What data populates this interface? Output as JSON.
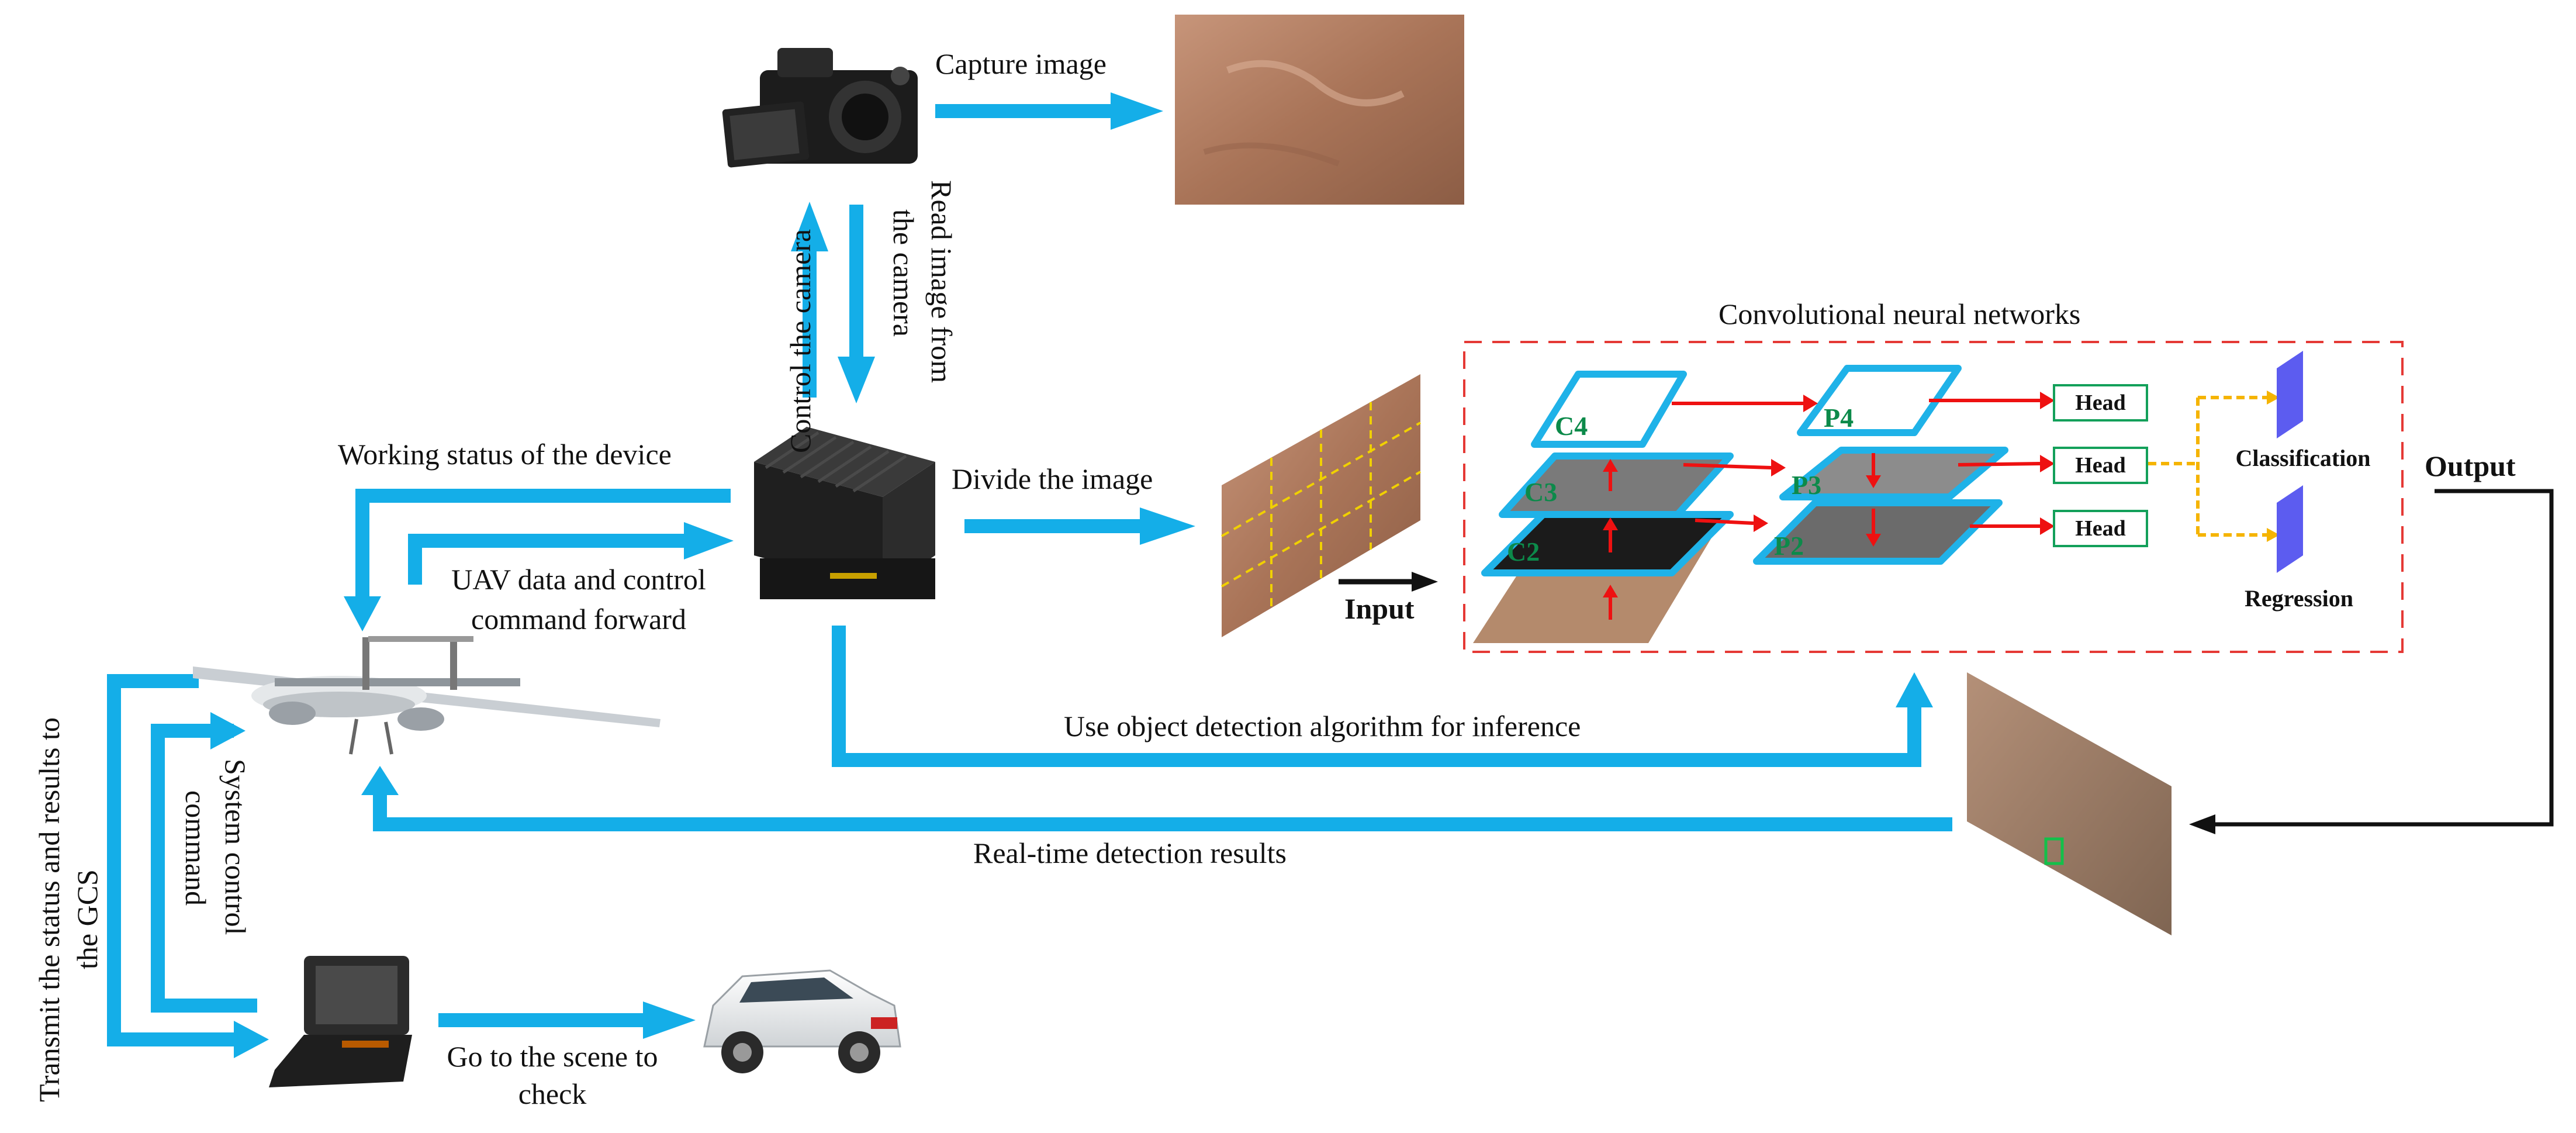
{
  "labels": {
    "capture_image": "Capture image",
    "control_camera": "Control the camera",
    "read_image_line1": "Read image from",
    "read_image_line2": "the camera",
    "working_status": "Working status of the device",
    "divide_image": "Divide the image",
    "uav_forward_line1": "UAV data and control",
    "uav_forward_line2": "command forward",
    "use_detection": "Use object detection algorithm for inference",
    "realtime_results": "Real-time detection results",
    "transmit_line1": "Transmit the status and results to",
    "transmit_line2": "the GCS",
    "system_control_line1": "System control",
    "system_control_line2": "command",
    "go_scene_line1": "Go to the scene to",
    "go_scene_line2": "check",
    "input": "Input",
    "output": "Output",
    "cnn_title": "Convolutional neural networks",
    "classification": "Classification",
    "regression": "Regression"
  },
  "cnn": {
    "backbone_layers": [
      "C4",
      "C3",
      "C2"
    ],
    "pyramid_layers": [
      "P4",
      "P3",
      "P2"
    ],
    "heads": [
      "Head",
      "Head",
      "Head"
    ]
  },
  "colors": {
    "flow_arrow": "#14aee8",
    "cnn_border": "#e53935",
    "red_arrow": "#ee1111",
    "yellow_dash": "#f5b400",
    "layer_border": "#1fb2e8",
    "head_border": "#13a05a",
    "output_block": "#5c5cf0"
  },
  "icons": {
    "camera": "camera-icon",
    "edge_device": "edge-computing-device-icon",
    "uav": "vtol-uav-icon",
    "laptop": "laptop-icon",
    "car": "suv-car-icon"
  }
}
